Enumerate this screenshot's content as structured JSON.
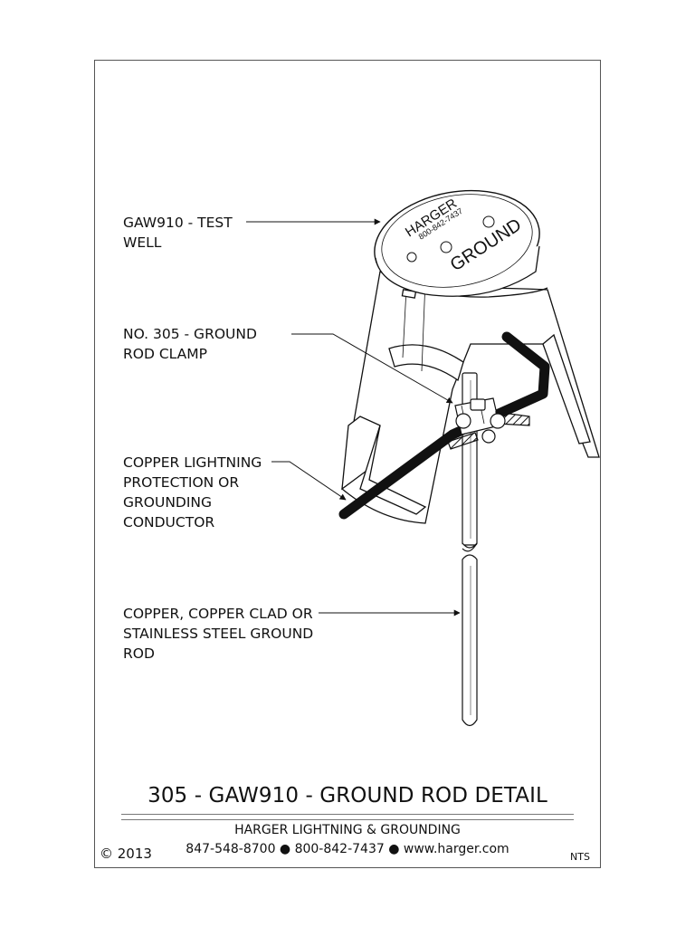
{
  "callouts": [
    {
      "id": "test-well",
      "lines": [
        "GAW910 - TEST",
        "WELL"
      ]
    },
    {
      "id": "rod-clamp",
      "lines": [
        "NO. 305 - GROUND",
        "ROD CLAMP"
      ]
    },
    {
      "id": "conductor",
      "lines": [
        "COPPER LIGHTNING",
        "PROTECTION OR",
        "GROUNDING",
        "CONDUCTOR"
      ]
    },
    {
      "id": "ground-rod",
      "lines": [
        "COPPER, COPPER CLAD OR",
        "STAINLESS STEEL GROUND",
        "ROD"
      ]
    }
  ],
  "lid": {
    "brand": "HARGER",
    "phone": "800-842-7437",
    "label": "GROUND"
  },
  "title_block": {
    "title": "305 - GAW910 - GROUND ROD DETAIL",
    "company": "HARGER LIGHTNING & GROUNDING",
    "contact": "847-548-8700 ● 800-842-7437 ● www.harger.com",
    "copyright": "© 2013",
    "scale_note": "NTS"
  }
}
